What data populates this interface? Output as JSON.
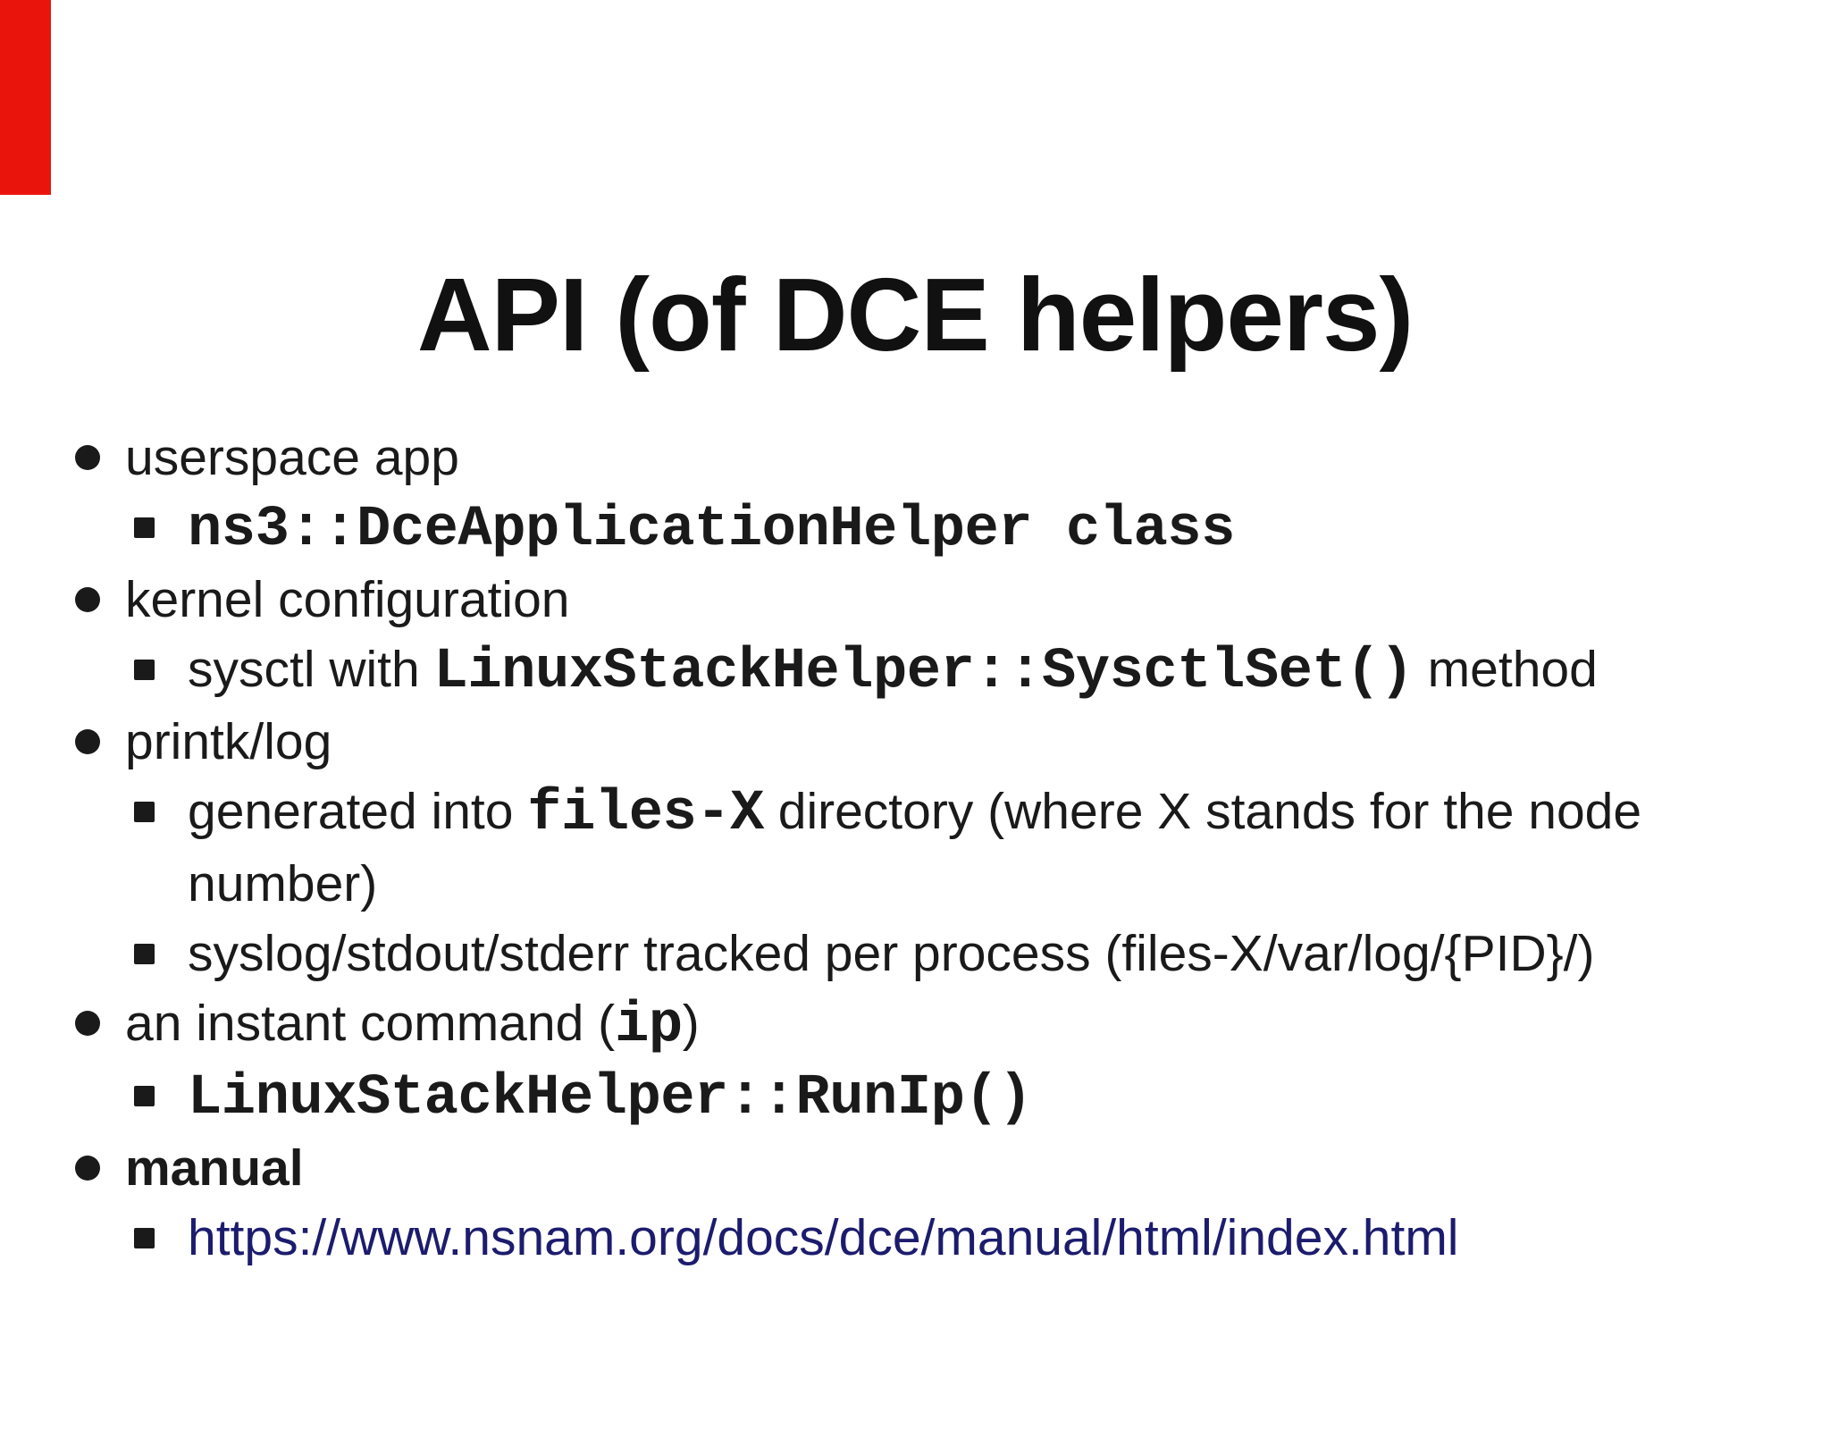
{
  "slide": {
    "title": "API (of DCE helpers)",
    "colors": {
      "background": "#ffffff",
      "text": "#1a1a1a",
      "link": "#1c1c6e",
      "accent_red": "#e9150d"
    },
    "items": [
      {
        "level": 1,
        "runs": [
          {
            "text": "userspace app"
          }
        ]
      },
      {
        "level": 2,
        "runs": [
          {
            "text": "ns3::DceApplicationHelper class",
            "code": true
          }
        ]
      },
      {
        "level": 1,
        "runs": [
          {
            "text": "kernel configuration"
          }
        ]
      },
      {
        "level": 2,
        "runs": [
          {
            "text": "sysctl with "
          },
          {
            "text": "LinuxStackHelper::SysctlSet()",
            "code": true
          },
          {
            "text": " method"
          }
        ]
      },
      {
        "level": 1,
        "runs": [
          {
            "text": "printk/log"
          }
        ]
      },
      {
        "level": 2,
        "runs": [
          {
            "text": "generated into "
          },
          {
            "text": "files-X",
            "code": true
          },
          {
            "text": " directory (where X stands for the node"
          },
          {
            "br": true
          },
          {
            "text": "number)"
          }
        ]
      },
      {
        "level": 2,
        "runs": [
          {
            "text": "syslog/stdout/stderr tracked per process (files-X/var/log/{PID}/)"
          }
        ]
      },
      {
        "level": 1,
        "runs": [
          {
            "text": "an instant command ("
          },
          {
            "text": "ip",
            "code": true
          },
          {
            "text": ")"
          }
        ]
      },
      {
        "level": 2,
        "runs": [
          {
            "text": "LinuxStackHelper::RunIp()",
            "code": true
          }
        ]
      },
      {
        "level": 1,
        "runs": [
          {
            "text": "manual",
            "bold": true
          }
        ]
      },
      {
        "level": 2,
        "runs": [
          {
            "text": "https://www.nsnam.org/docs/dce/manual/html/index.html",
            "link": true
          }
        ]
      }
    ]
  }
}
